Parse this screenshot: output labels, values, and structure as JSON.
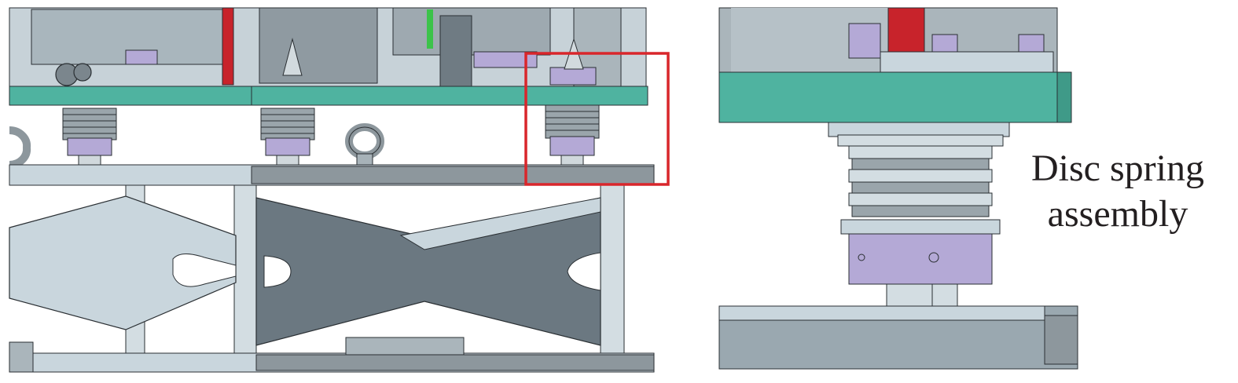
{
  "figure": {
    "callout": {
      "line1": "Disc spring",
      "line2": "assembly"
    }
  },
  "colors": {
    "frame_light": "#c9d6dd",
    "frame_dark": "#6b7881",
    "frame_mid": "#9aa8b0",
    "steel_grey": "#8d979d",
    "platform_green": "#4fb3a0",
    "collar_lavender": "#b4a9d6",
    "highlight_red": "#d9262b",
    "red_rail": "#c8232b",
    "green_accent": "#3cc34a",
    "outline": "#2a2f33"
  },
  "icons": {
    "highlight": "red-rectangle-box",
    "eye_bolt": "lifting-eye-bolt-icon"
  }
}
